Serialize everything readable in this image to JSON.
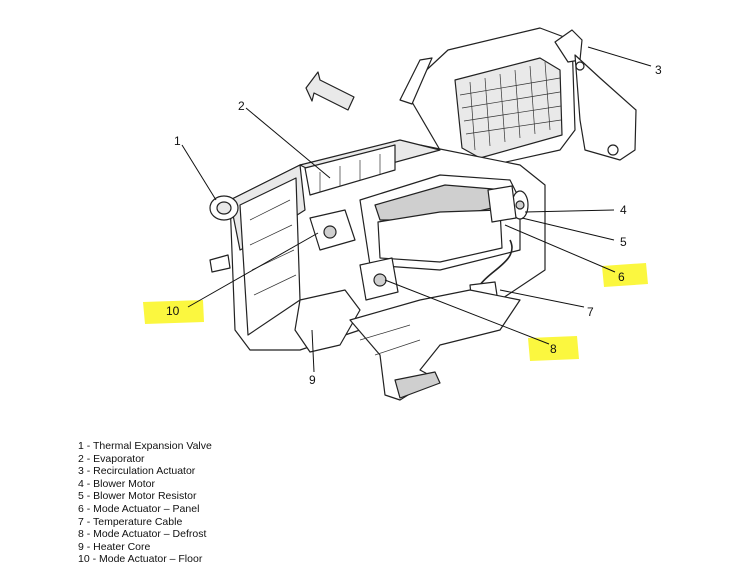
{
  "callouts": [
    "1",
    "2",
    "3",
    "4",
    "5",
    "6",
    "7",
    "8",
    "9",
    "10"
  ],
  "legend": [
    {
      "text": "1 - Thermal Expansion Valve",
      "highlighted": false
    },
    {
      "text": "2 - Evaporator",
      "highlighted": false
    },
    {
      "text": "3 - Recirculation Actuator",
      "highlighted": false
    },
    {
      "text": "4 - Blower Motor",
      "highlighted": false
    },
    {
      "text": "5 - Blower Motor Resistor",
      "highlighted": false
    },
    {
      "text": "6 - Mode Actuator – Panel",
      "highlighted": true
    },
    {
      "text": "7 - Temperature Cable",
      "highlighted": false
    },
    {
      "text": "8 - Mode Actuator – Defrost",
      "highlighted": true
    },
    {
      "text": "9 - Heater Core",
      "highlighted": false
    },
    {
      "text": "10 - Mode Actuator – Floor",
      "highlighted": true
    }
  ],
  "colors": {
    "highlight": "#fbf73f",
    "ink": "#111111"
  }
}
